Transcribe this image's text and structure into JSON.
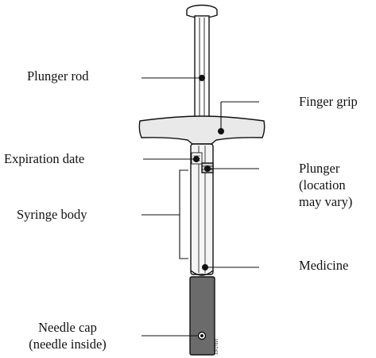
{
  "labels": {
    "plunger_rod": "Plunger rod",
    "finger_grip": "Finger grip",
    "expiration_date": "Expiration date",
    "plunger": "Plunger\n(location\nmay vary)",
    "syringe_body": "Syringe body",
    "medicine": "Medicine",
    "needle_cap": "Needle cap\n(needle inside)"
  },
  "tiny_code": "32R1T6V1",
  "colors": {
    "ink": "#111111",
    "grip_fill": "#e9e9e9",
    "cap_fill": "#6b6b6b",
    "barrel_fill": "#f4f4f4"
  }
}
